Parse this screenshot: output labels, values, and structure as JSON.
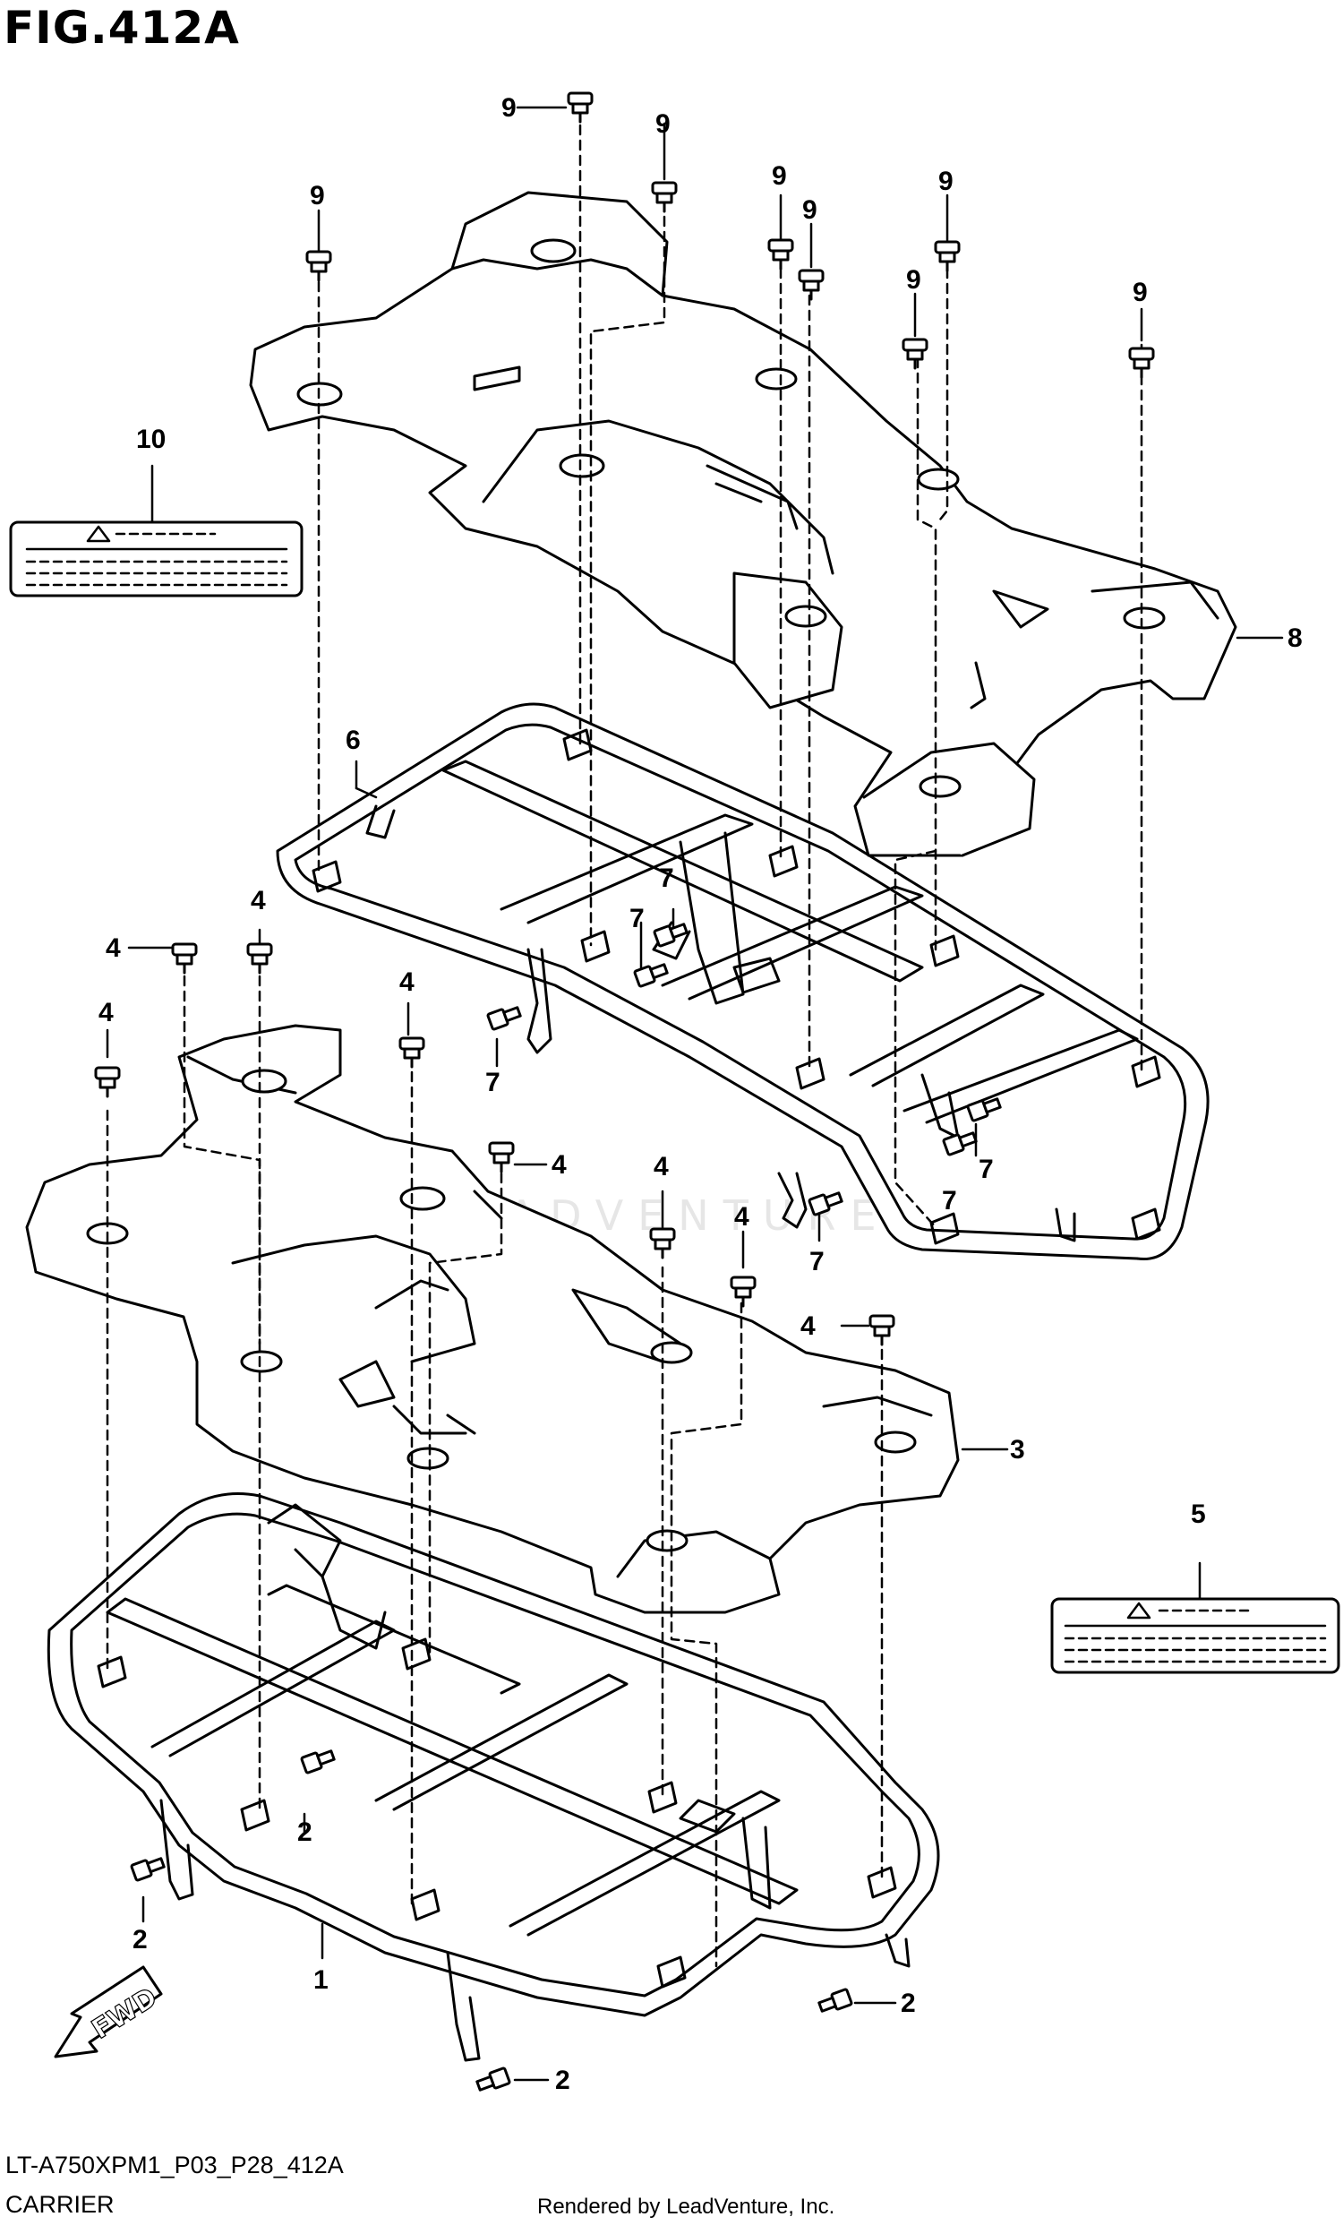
{
  "figure": {
    "title": "FIG.412A",
    "code": "LT-A750XPM1_P03_P28_412A",
    "name": "CARRIER",
    "credit": "Rendered by LeadVenture, Inc.",
    "watermark": "LEADVENTURE",
    "fwd_label": "FWD"
  },
  "callouts": {
    "c1": "1",
    "c2a": "2",
    "c2b": "2",
    "c2c": "2",
    "c2d": "2",
    "c3": "3",
    "c4a": "4",
    "c4b": "4",
    "c4c": "4",
    "c4d": "4",
    "c4e": "4",
    "c4f": "4",
    "c4g": "4",
    "c4h": "4",
    "c5": "5",
    "c6": "6",
    "c7a": "7",
    "c7b": "7",
    "c7c": "7",
    "c7d": "7",
    "c7e": "7",
    "c7f": "7",
    "c8": "8",
    "c9a": "9",
    "c9b": "9",
    "c9c": "9",
    "c9d": "9",
    "c9e": "9",
    "c9f": "9",
    "c9g": "9",
    "c9h": "9",
    "c10": "10"
  }
}
